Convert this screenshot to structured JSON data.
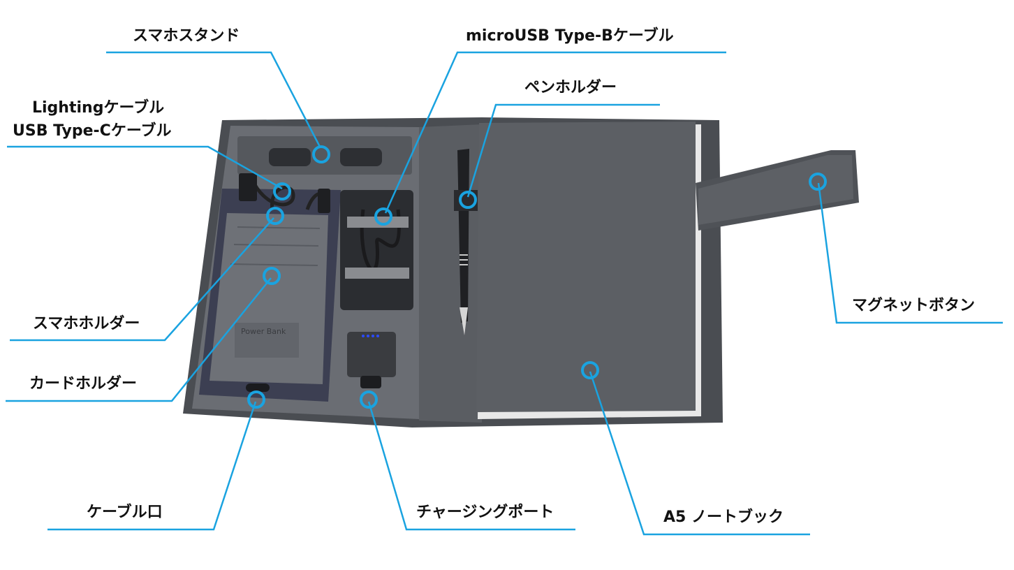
{
  "colors": {
    "leader": "#1aa3e0",
    "background": "#ffffff",
    "folio_cover": "#4a4d52",
    "folio_inner": "#6a6d73",
    "notebook": "#5c5f64",
    "text": "#111111"
  },
  "labels": {
    "phone_stand": "スマホスタンド",
    "microusb": "microUSB Type-Bケーブル",
    "pen_holder": "ペンホルダー",
    "lighting": "Lightingケーブル",
    "usb_c": "USB Type-Cケーブル",
    "magnet_button": "マグネットボタン",
    "phone_holder": "スマホホルダー",
    "card_holder": "カードホルダー",
    "cable_port": "ケーブル口",
    "charging_port": "チャージングポート",
    "notebook": "A5 ノートブック"
  },
  "product": {
    "power_bank_text": "Power Bank"
  }
}
